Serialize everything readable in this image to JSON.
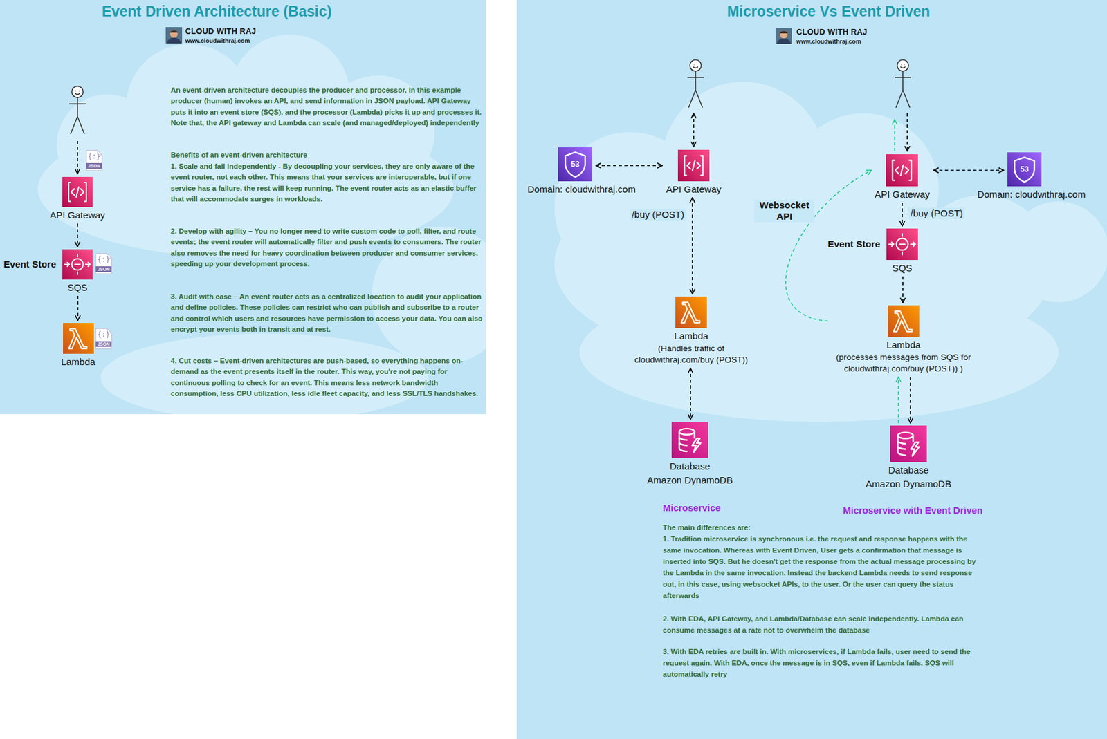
{
  "diagram": {
    "title": "Event Driven Architecture (Basic)",
    "nodes": [
      {
        "text": [
          "API Gateway"
        ]
      },
      {
        "text": [
          "Event Store",
          "SQS"
        ]
      },
      {
        "text": [
          "Lambda"
        ]
      },
      {
        "text": [
          "Domain: cloudwithraj.com"
        ]
      },
      {
        "text": [
          "API Gateway"
        ]
      },
      {
        "text": [
          "Lambda",
          "(Handles traffic of cloudwithraj.com/buy (POST))"
        ]
      },
      {
        "text": [
          "Database",
          "Amazon DynamoDB"
        ]
      },
      {
        "text": [
          "API Gateway"
        ]
      },
      {
        "text": [
          "Domain: cloudwithraj.com"
        ]
      },
      {
        "text": [
          "Event Store",
          "SQS"
        ]
      },
      {
        "text": [
          "Lambda",
          "(processes messages from SQS for cloudwithraj.com/buy (POST)) )"
        ]
      },
      {
        "text": [
          "Database",
          "Amazon DynamoDB"
        ]
      }
    ],
    "edges": [
      {
        "from": 0,
        "to": 1,
        "arrow": "to"
      },
      {
        "from": 1,
        "to": 2,
        "arrow": "to"
      },
      {
        "from": 3,
        "to": 4,
        "arrow": "both"
      },
      {
        "from": 4,
        "to": 5,
        "label": "/buy (POST)",
        "arrow": "both"
      },
      {
        "from": 5,
        "to": 6,
        "arrow": "both"
      },
      {
        "from": 7,
        "to": 8,
        "arrow": "both"
      },
      {
        "from": 7,
        "to": 9,
        "label": "/buy (POST)",
        "arrow": "to"
      },
      {
        "from": 9,
        "to": 10,
        "arrow": "to"
      },
      {
        "from": 10,
        "to": 11,
        "arrow": "to"
      },
      {
        "from": 11,
        "to": 10,
        "arrow": "to"
      },
      {
        "from": 10,
        "to": 7,
        "label": "Websocket API",
        "arrow": "to"
      }
    ],
    "labels": [
      "Microservice Vs Event Driven",
      "CLOUD WITH RAJ",
      "www.cloudwithraj.com",
      "CLOUD WITH RAJ",
      "www.cloudwithraj.com",
      "An event-driven architecture decouples the producer and processor. In this example producer (human) invokes an API, and send information in JSON payload. API Gateway puts it into an event store (SQS), and the processor (Lambda) picks it up and processes it. Note that, the API gateway and Lambda can scale (and managed/deployed) independently",
      "Benefits of an event-driven architecture",
      "1. Scale and fail independently - By decoupling your services, they are only aware of the event router, not each other. This means that your services are interoperable, but if one service has a failure, the rest will keep running. The event router acts as an elastic buffer that will accommodate surges in workloads.",
      "2. Develop with agility – You no longer need to write custom code to poll, filter, and route events; the event router will automatically filter and push events to consumers. The router also removes the need for heavy coordination between producer and consumer services, speeding up your development process.",
      "3. Audit with ease – An event router acts as a centralized location to audit your application and define policies. These policies can restrict who can publish and subscribe to a router and control which users and resources have permission to access your data. You can also encrypt your events both in transit and at rest.",
      "4. Cut costs – Event-driven architectures are push-based, so everything happens on-demand as the event presents itself in the router. This way, you're not paying for continuous polling to check for an event. This means less network bandwidth consumption, less CPU utilization, less idle fleet capacity, and less SSL/TLS handshakes.",
      "JSON",
      "JSON",
      "JSON",
      "53",
      "53",
      "Microservice",
      "Microservice with Event Driven",
      "The main differences are:",
      "1. Tradition microservice is synchronous i.e. the request and response happens with the same invocation. Whereas with Event Driven, User gets a confirmation that message is inserted into SQS. But he doesn't get the response from the actual message processing by the Lambda in the same invocation. Instead the backend Lambda needs to send response out, in this case, using websocket APIs, to the user. Or the user can query the status afterwards",
      "2. With EDA, API Gateway, and Lambda/Database can scale independently. Lambda can consume messages at a rate not to overwhelm the database",
      "3. With EDA retries are built in. With microservices, if Lambda fails, user need to send the request again. With EDA, once the message is in SQS, even if Lambda fails, SQS will automatically retry"
    ]
  }
}
